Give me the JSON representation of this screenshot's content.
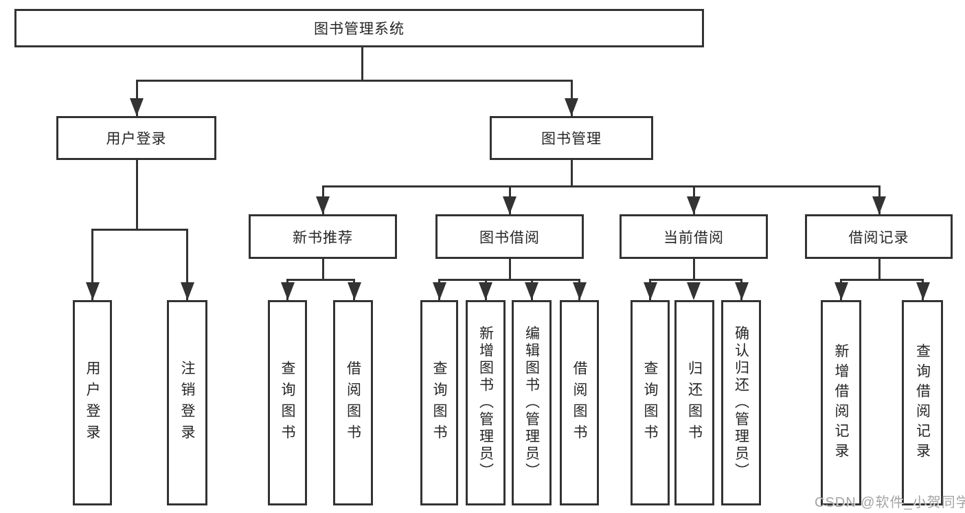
{
  "diagram": {
    "root": {
      "label": "图书管理系统"
    },
    "level2": {
      "user_login": {
        "label": "用户登录"
      },
      "book_management": {
        "label": "图书管理"
      }
    },
    "level3": {
      "new_book_recommend": {
        "label": "新书推荐"
      },
      "book_borrowing": {
        "label": "图书借阅"
      },
      "current_borrowing": {
        "label": "当前借阅"
      },
      "borrowing_records": {
        "label": "借阅记录"
      }
    },
    "leaves": {
      "user_login": {
        "label": "用户登录"
      },
      "logout": {
        "label": "注销登录"
      },
      "nbr_query_books": {
        "label": "查询图书"
      },
      "nbr_borrow_books": {
        "label": "借阅图书"
      },
      "bb_query_books": {
        "label": "查询图书"
      },
      "bb_add_books": {
        "label": "新增图书（管理员）"
      },
      "bb_edit_books": {
        "label": "编辑图书（管理员）"
      },
      "bb_borrow_books": {
        "label": "借阅图书"
      },
      "cb_query_books": {
        "label": "查询图书"
      },
      "cb_return_books": {
        "label": "归还图书"
      },
      "cb_confirm_return": {
        "label": "确认归还（管理员）"
      },
      "br_add_record": {
        "label": "新增借阅记录"
      },
      "br_query_record": {
        "label": "查询借阅记录"
      }
    }
  },
  "watermark": {
    "text": "CSDN @软件_小贺同学"
  },
  "colors": {
    "line": "#333333",
    "text": "#262626",
    "box_background": "#ffffff",
    "page_background": "#ffffff",
    "watermark": "#949494"
  }
}
